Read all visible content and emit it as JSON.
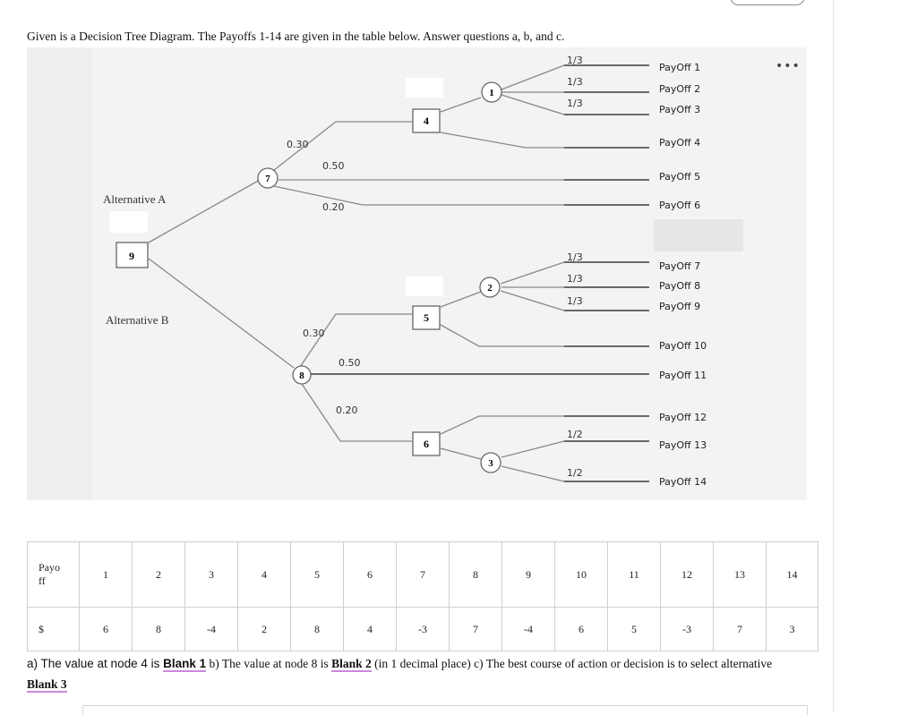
{
  "question": {
    "intro": "Given is a Decision Tree Diagram. The Payoffs 1-14 are given in the table below. Answer questions a, b, and c."
  },
  "diagram": {
    "alt_a": "Alternative A",
    "alt_b": "Alternative B",
    "decision_node": "9",
    "chance_7": "7",
    "chance_8": "8",
    "chance_1": "1",
    "chance_2": "2",
    "chance_3": "3",
    "decision_4": "4",
    "decision_5": "5",
    "decision_6": "6",
    "p_7_top": "0.30",
    "p_7_mid": "0.50",
    "p_7_bot": "0.20",
    "p_8_top": "0.30",
    "p_8_mid": "0.50",
    "p_8_bot": "0.20",
    "p_1a": "1/3",
    "p_1b": "1/3",
    "p_1c": "1/3",
    "p_2a": "1/3",
    "p_2b": "1/3",
    "p_2c": "1/3",
    "p_3a": "1/2",
    "p_3b": "1/2",
    "payoffs": [
      "PayOff 1",
      "PayOff 2",
      "PayOff 3",
      "PayOff 4",
      "PayOff 5",
      "PayOff 6",
      "PayOff 7",
      "PayOff 8",
      "PayOff 9",
      "PayOff 10",
      "PayOff 11",
      "PayOff 12",
      "PayOff 13",
      "PayOff 14"
    ],
    "more_icon": "•••"
  },
  "table": {
    "row1_label": "Payoff",
    "row2_label": "$",
    "payoff_numbers": [
      "1",
      "2",
      "3",
      "4",
      "5",
      "6",
      "7",
      "8",
      "9",
      "10",
      "11",
      "12",
      "13",
      "14"
    ],
    "values": [
      "6",
      "8",
      "-4",
      "2",
      "8",
      "4",
      "-3",
      "7",
      "-4",
      "6",
      "5",
      "-3",
      "7",
      "3"
    ]
  },
  "answer": {
    "a_prefix": "a) The value at node 4 is ",
    "blank1": "Blank 1",
    "b_prefix": " b) The value at node 8 is ",
    "blank2": "Blank 2",
    "c_prefix": " (in 1 decimal place) c) The best course of action or decision is to select alternative ",
    "blank3": "Blank 3"
  }
}
